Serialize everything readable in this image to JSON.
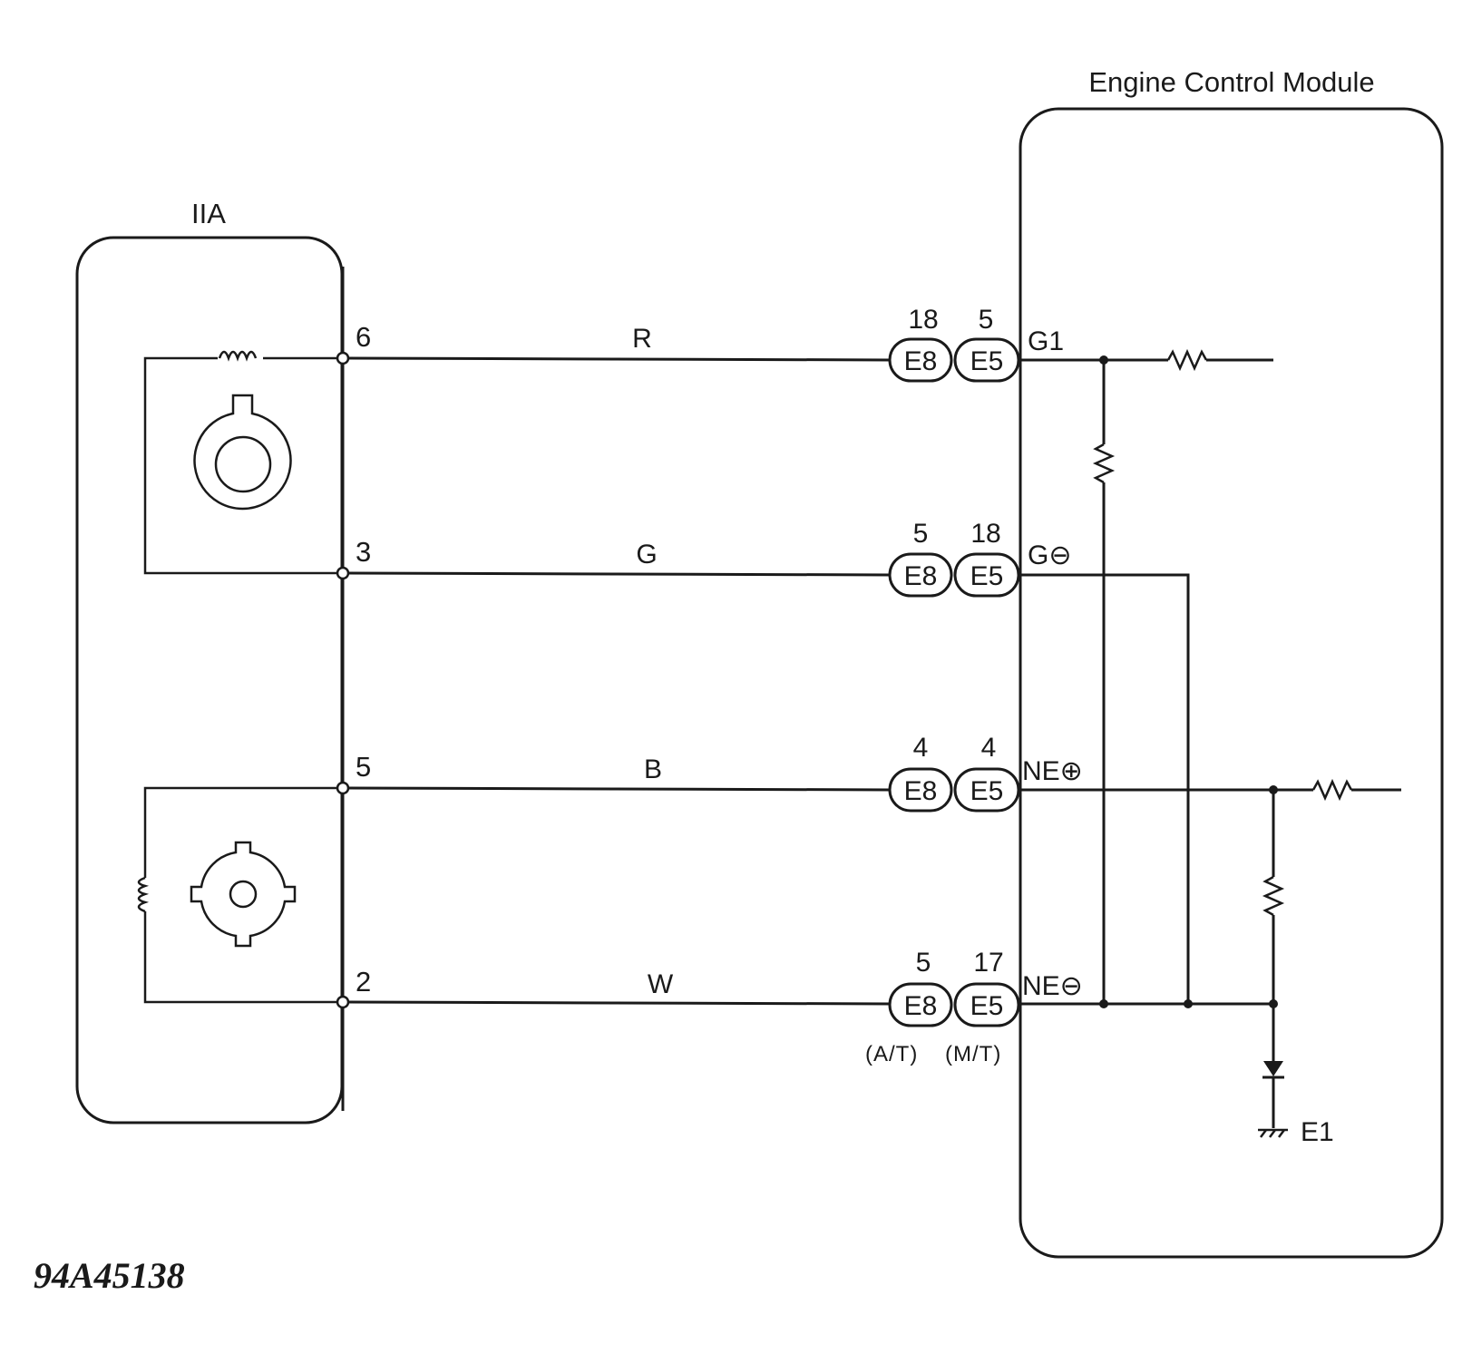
{
  "ecm": {
    "title": "Engine Control Module"
  },
  "igniter": {
    "title": "IIA"
  },
  "wires": [
    {
      "pin": "6",
      "color": "R",
      "e8_pin": "18",
      "e5_pin": "5",
      "e8_label": "E8",
      "e5_label": "E5",
      "terminal": "G1"
    },
    {
      "pin": "3",
      "color": "G",
      "e8_pin": "5",
      "e5_pin": "18",
      "e8_label": "E8",
      "e5_label": "E5",
      "terminal": "G⊖"
    },
    {
      "pin": "5",
      "color": "B",
      "e8_pin": "4",
      "e5_pin": "4",
      "e8_label": "E8",
      "e5_label": "E5",
      "terminal": "NE⊕"
    },
    {
      "pin": "2",
      "color": "W",
      "e8_pin": "5",
      "e5_pin": "17",
      "e8_label": "E8",
      "e5_label": "E5",
      "terminal": "NE⊖"
    }
  ],
  "notes": {
    "at": "(A/T)",
    "mt": "(M/T)"
  },
  "ground": {
    "label": "E1"
  },
  "figure_code": "94A45138"
}
